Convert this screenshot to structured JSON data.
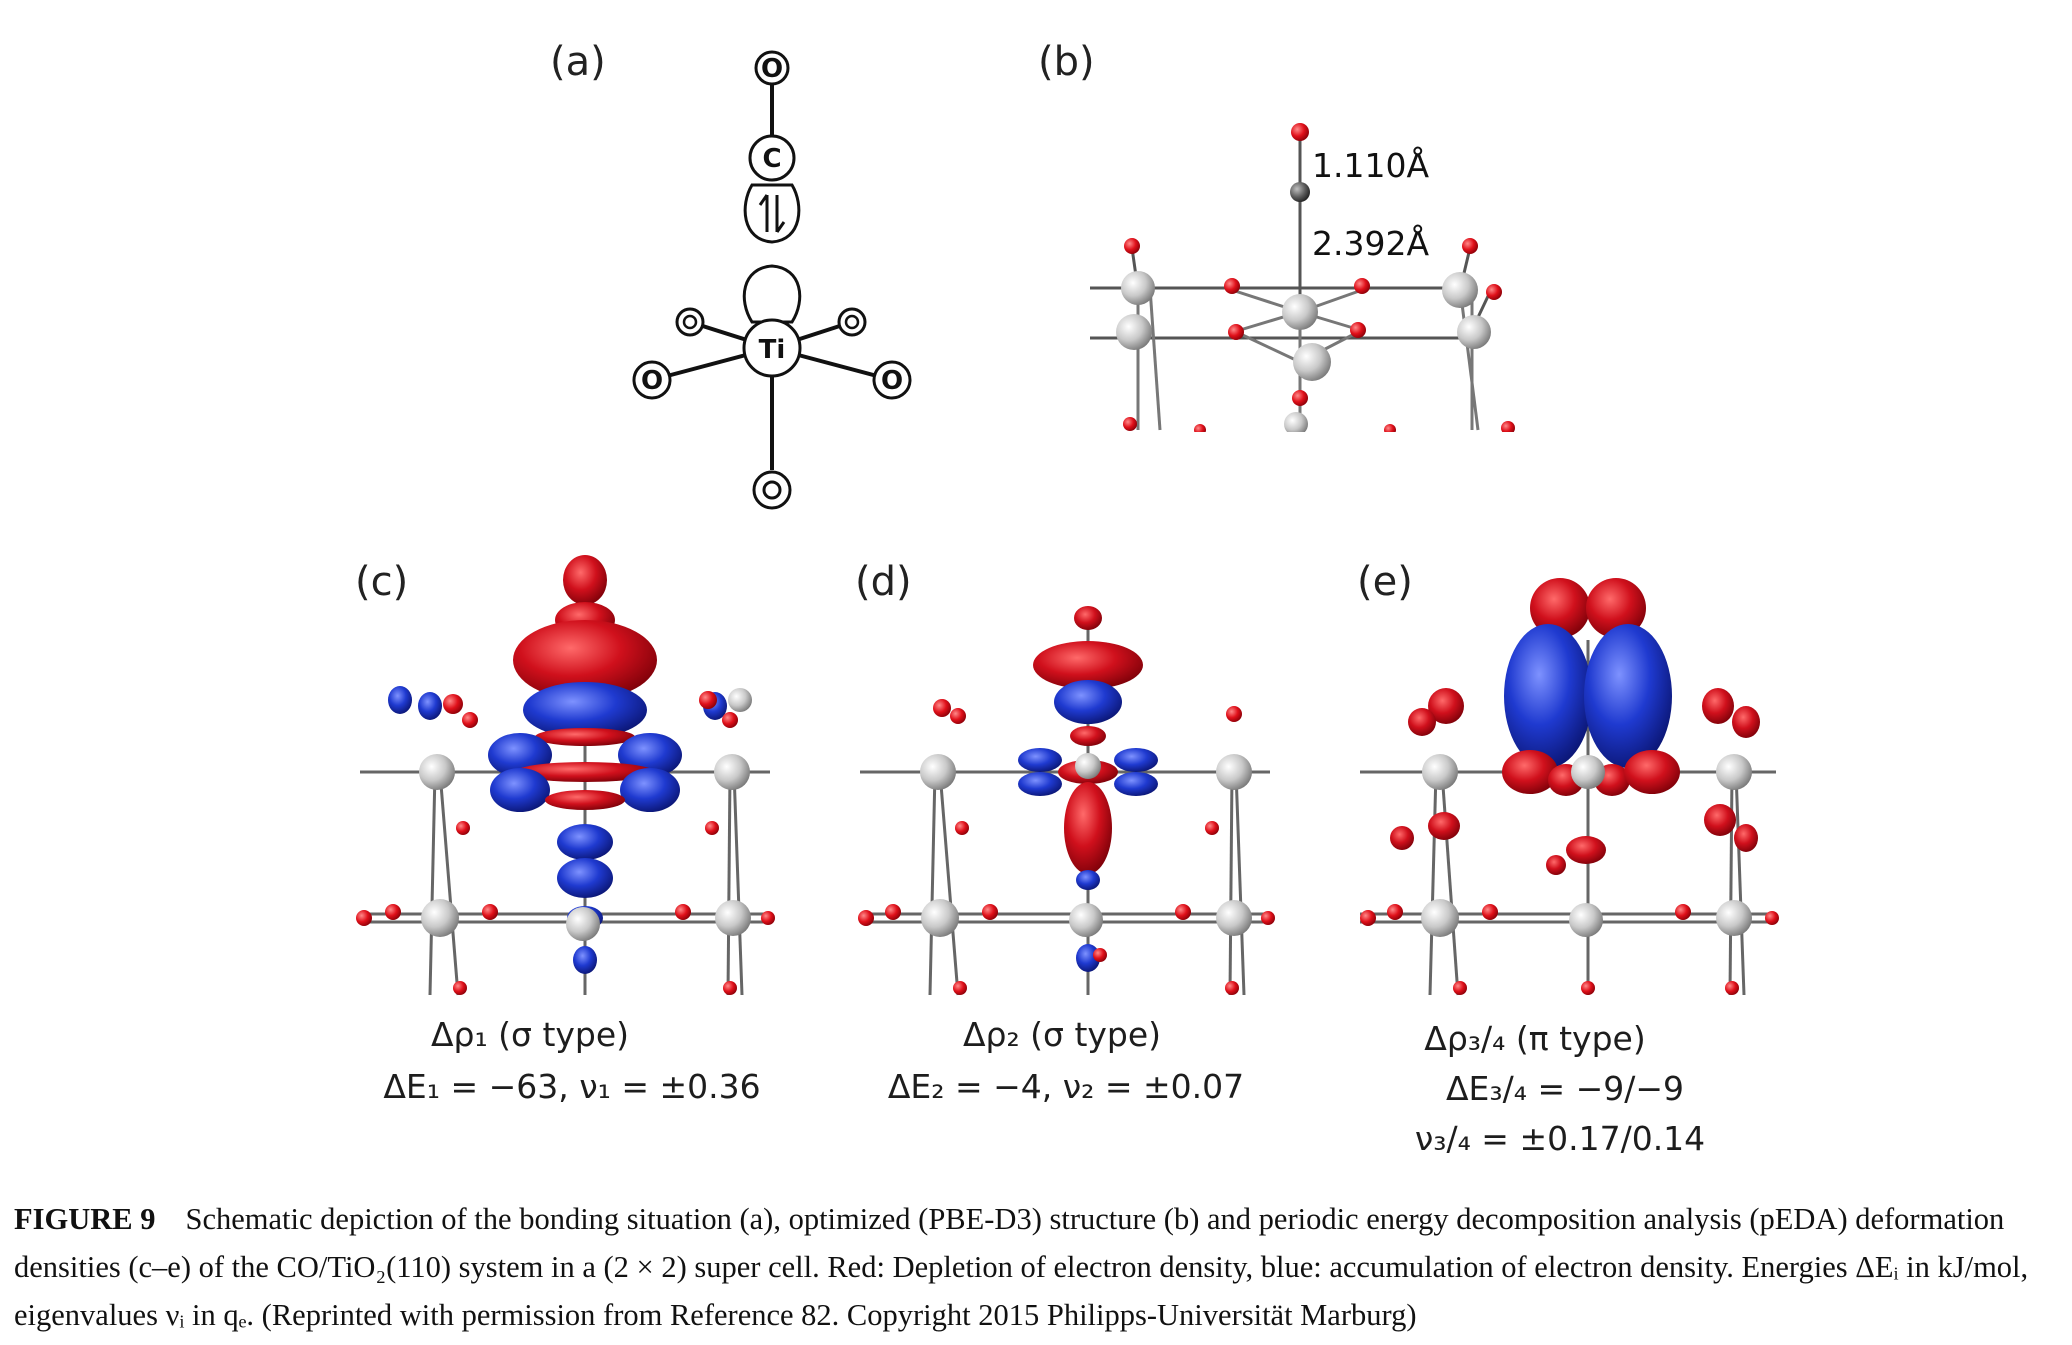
{
  "panels": {
    "a": {
      "label": "(a)",
      "atoms": {
        "o_top": "O",
        "c": "C",
        "ti": "Ti",
        "o_ring": "O"
      }
    },
    "b": {
      "label": "(b)",
      "bond_co": "1.110Å",
      "bond_ti_c": "2.392Å"
    },
    "c": {
      "label": "(c)",
      "line1": "Δρ₁ (σ type)",
      "line2": "ΔE₁ = −63, ν₁ = ±0.36"
    },
    "d": {
      "label": "(d)",
      "line1": "Δρ₂ (σ type)",
      "line2": "ΔE₂ = −4, ν₂ = ±0.07"
    },
    "e": {
      "label": "(e)",
      "line1": "Δρ₃/₄ (π type)",
      "line2": "ΔE₃/₄ = −9/−9",
      "line3": "ν₃/₄ = ±0.17/0.14"
    }
  },
  "caption": {
    "figure_number": "FIGURE 9",
    "text": "Schematic depiction of the bonding situation (a), optimized (PBE-D3) structure (b) and periodic energy decomposition analysis (pEDA) deformation densities (c–e) of the CO/TiO₂(110) system in a (2 × 2) super cell. Red: Depletion of electron density, blue: accumulation of electron density. Energies ΔEᵢ in kJ/mol, eigenvalues νᵢ in qₑ. (Reprinted with permission from Reference 82. Copyright 2015 Philipps-Universität Marburg)"
  },
  "colors": {
    "depletion": "#d0101c",
    "accumulation": "#1f3ad0",
    "ti_atom": "#c9c9c9",
    "o_atom": "#e0101a"
  }
}
